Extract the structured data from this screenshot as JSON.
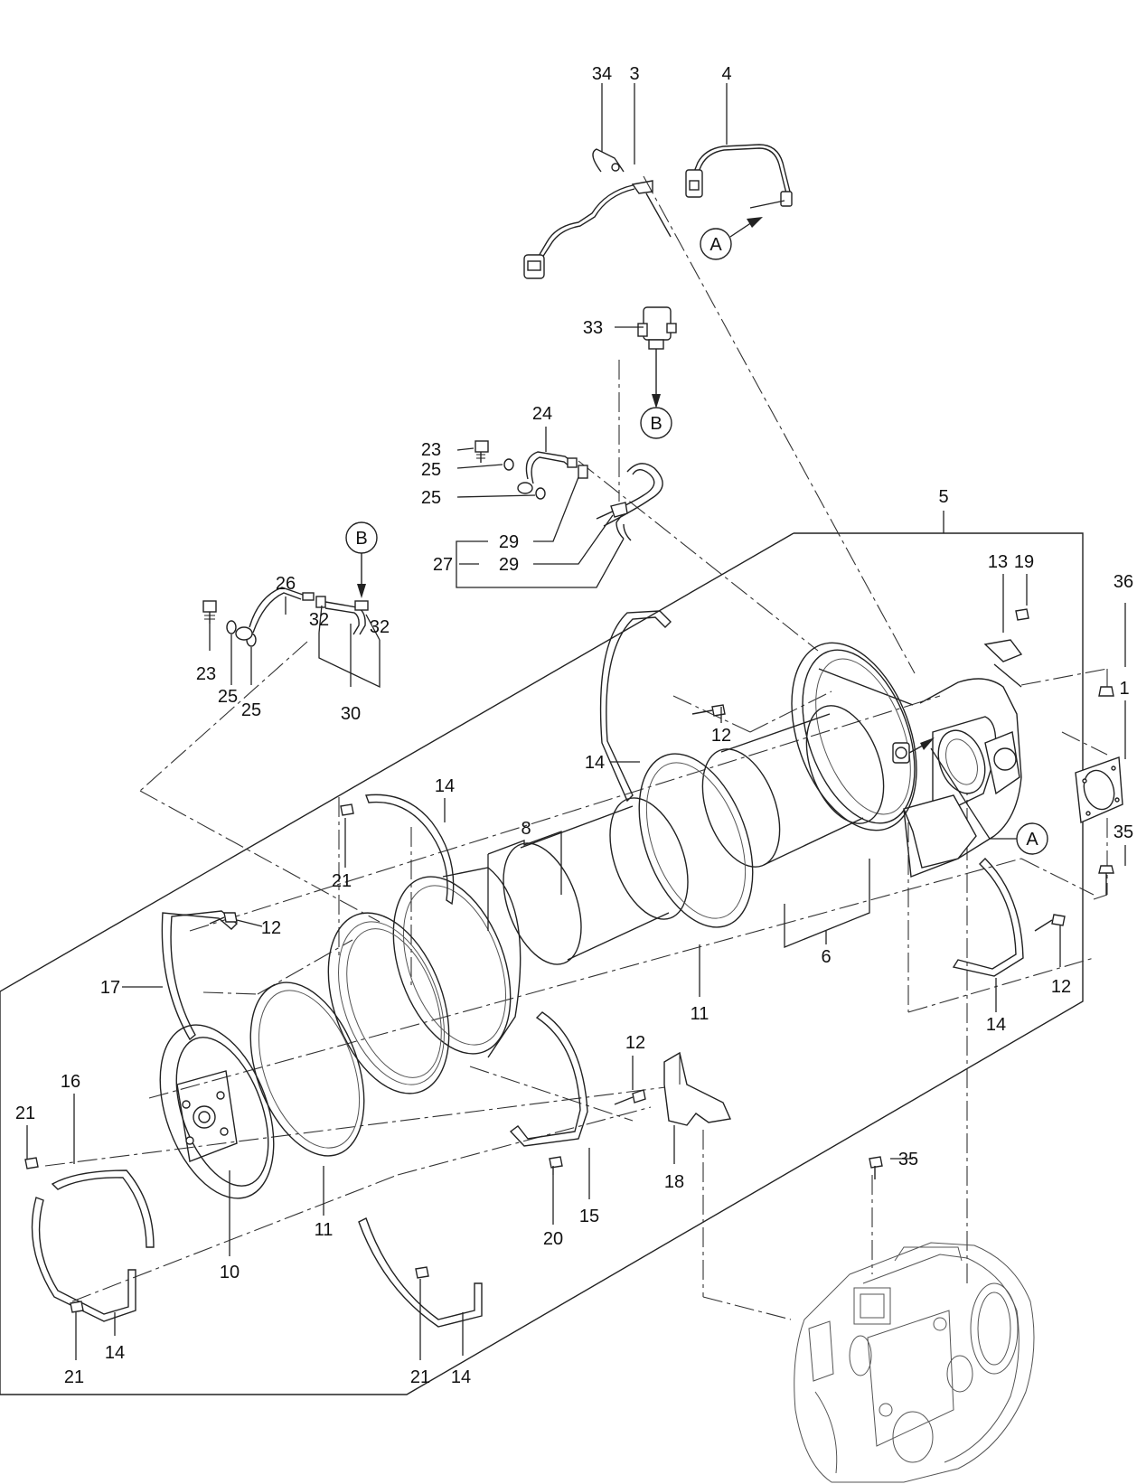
{
  "callouts": {
    "c1": "1",
    "c3": "3",
    "c4": "4",
    "c5": "5",
    "c6": "6",
    "c8": "8",
    "c10": "10",
    "c11": "11",
    "c12": "12",
    "c13": "13",
    "c14": "14",
    "c15": "15",
    "c16": "16",
    "c17": "17",
    "c18": "18",
    "c19": "19",
    "c20": "20",
    "c21": "21",
    "c23": "23",
    "c24": "24",
    "c25": "25",
    "c26": "26",
    "c27": "27",
    "c29": "29",
    "c30": "30",
    "c32": "32",
    "c33": "33",
    "c34": "34",
    "c35": "35",
    "c36": "36"
  },
  "refs": {
    "a": "A",
    "b": "B"
  }
}
